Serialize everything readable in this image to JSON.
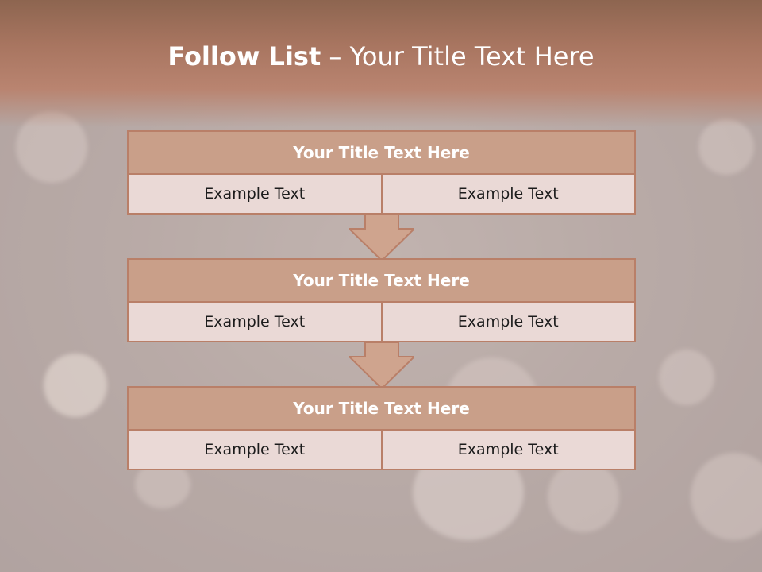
{
  "slide": {
    "title_bold": "Follow List",
    "title_rest": " – Your Title Text Here"
  },
  "blocks": [
    {
      "title": "Your Title Text Here",
      "left": "Example Text",
      "right": "Example Text"
    },
    {
      "title": "Your Title Text Here",
      "left": "Example Text",
      "right": "Example Text"
    },
    {
      "title": "Your Title Text Here",
      "left": "Example Text",
      "right": "Example Text"
    }
  ],
  "colors": {
    "header_band": "#a87560",
    "title_bar": "#c99f89",
    "cell": "#ead9d6",
    "border": "#b97f68",
    "arrow_fill": "#cfa48e"
  },
  "icons": [
    "down-arrow-icon",
    "down-arrow-icon"
  ]
}
